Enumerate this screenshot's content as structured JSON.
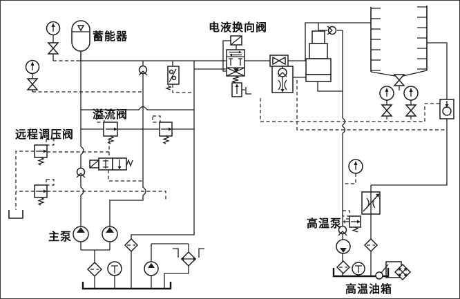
{
  "diagram": {
    "type": "hydraulic-press-circuit",
    "labels": {
      "accumulator": "蓄能器",
      "directional_valve": "电液换向阀",
      "relief_valve": "溢流阀",
      "remote_pressure_valve": "远程调压阀",
      "main_pump": "主泵",
      "high_temp_pump": "高温泵",
      "high_temp_tank": "高温油箱"
    },
    "colors": {
      "ink": "#1c1c1c",
      "background": "#ffffff"
    }
  }
}
